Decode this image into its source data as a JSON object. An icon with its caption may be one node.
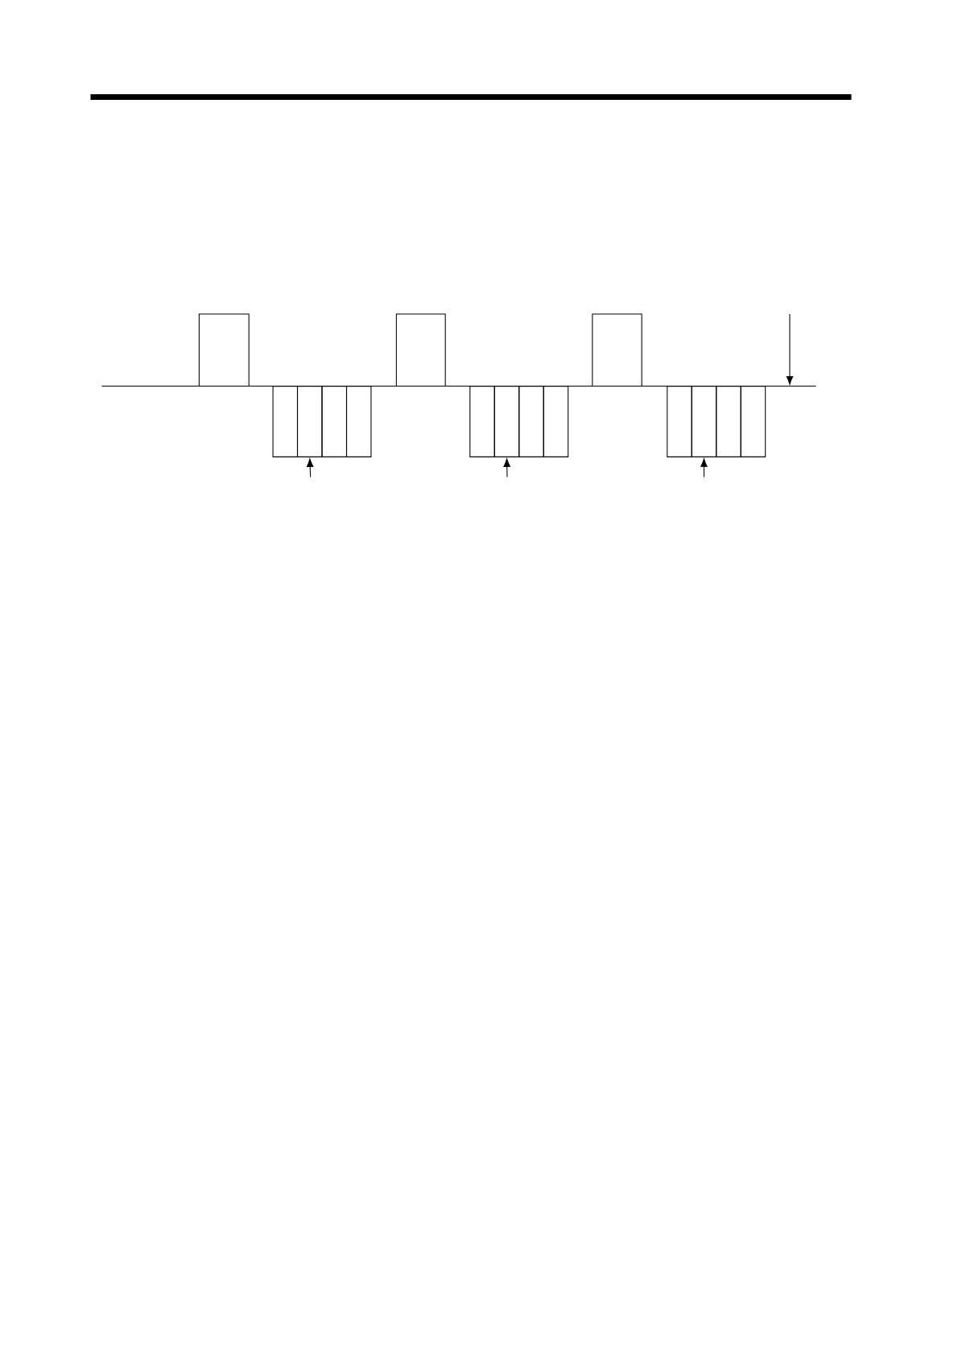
{
  "diagram": {
    "nodes": [
      {
        "text": [],
        "shape": "line"
      },
      {
        "text": [],
        "shape": "box"
      },
      {
        "text": [],
        "shape": "box"
      },
      {
        "text": [],
        "shape": "box"
      },
      {
        "text": [],
        "shape": "box"
      },
      {
        "text": [],
        "shape": "box"
      },
      {
        "text": [],
        "shape": "box"
      },
      {
        "text": [],
        "shape": "box"
      },
      {
        "text": [],
        "shape": "box"
      },
      {
        "text": [],
        "shape": "box"
      },
      {
        "text": [],
        "shape": "box"
      },
      {
        "text": [],
        "shape": "box"
      },
      {
        "text": [],
        "shape": "box"
      },
      {
        "text": [],
        "shape": "box"
      },
      {
        "text": [],
        "shape": "box"
      },
      {
        "text": [],
        "shape": "box"
      }
    ],
    "edges": [
      {
        "from": null,
        "to": 3,
        "arrow": "to"
      },
      {
        "from": null,
        "to": 8,
        "arrow": "to"
      },
      {
        "from": null,
        "to": 13,
        "arrow": "to"
      },
      {
        "from": null,
        "to": 0,
        "arrow": "to"
      }
    ]
  }
}
